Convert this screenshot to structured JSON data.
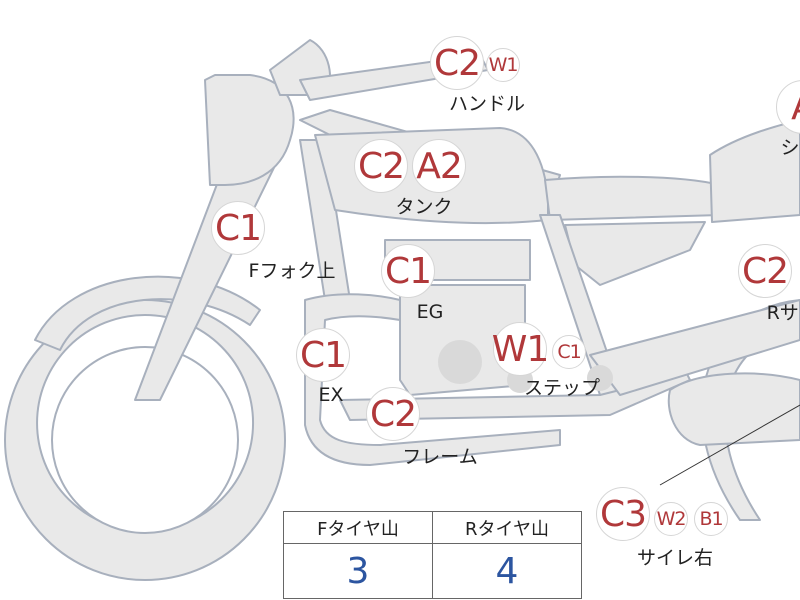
{
  "parts": {
    "handle": {
      "label": "ハンドル",
      "codes": [
        "C2",
        "W1"
      ]
    },
    "seat": {
      "label": "シ",
      "codes": [
        "A"
      ]
    },
    "tank": {
      "label": "タンク",
      "codes": [
        "C2",
        "A2"
      ]
    },
    "fork_upper": {
      "label": "Fフォク上",
      "codes": [
        "C1"
      ]
    },
    "engine": {
      "label": "EG",
      "codes": [
        "C1"
      ]
    },
    "rear_suspension": {
      "label": "Rサス",
      "codes": [
        "C2"
      ]
    },
    "step": {
      "label": "ステップ",
      "codes": [
        "W1",
        "C1"
      ]
    },
    "exhaust": {
      "label": "EX",
      "codes": [
        "C1"
      ]
    },
    "frame": {
      "label": "フレーム",
      "codes": [
        "C2"
      ]
    },
    "muffler_right": {
      "label": "サイレ右",
      "codes": [
        "C3",
        "W2",
        "B1"
      ]
    }
  },
  "tire_table": {
    "headers": [
      "Fタイヤ山",
      "Rタイヤ山"
    ],
    "values": [
      "3",
      "4"
    ]
  },
  "colors": {
    "bike_fill": "#e9e9e9",
    "bike_outline": "#a8b0bd",
    "code_text": "#b0383a",
    "table_value": "#2c55a0"
  }
}
